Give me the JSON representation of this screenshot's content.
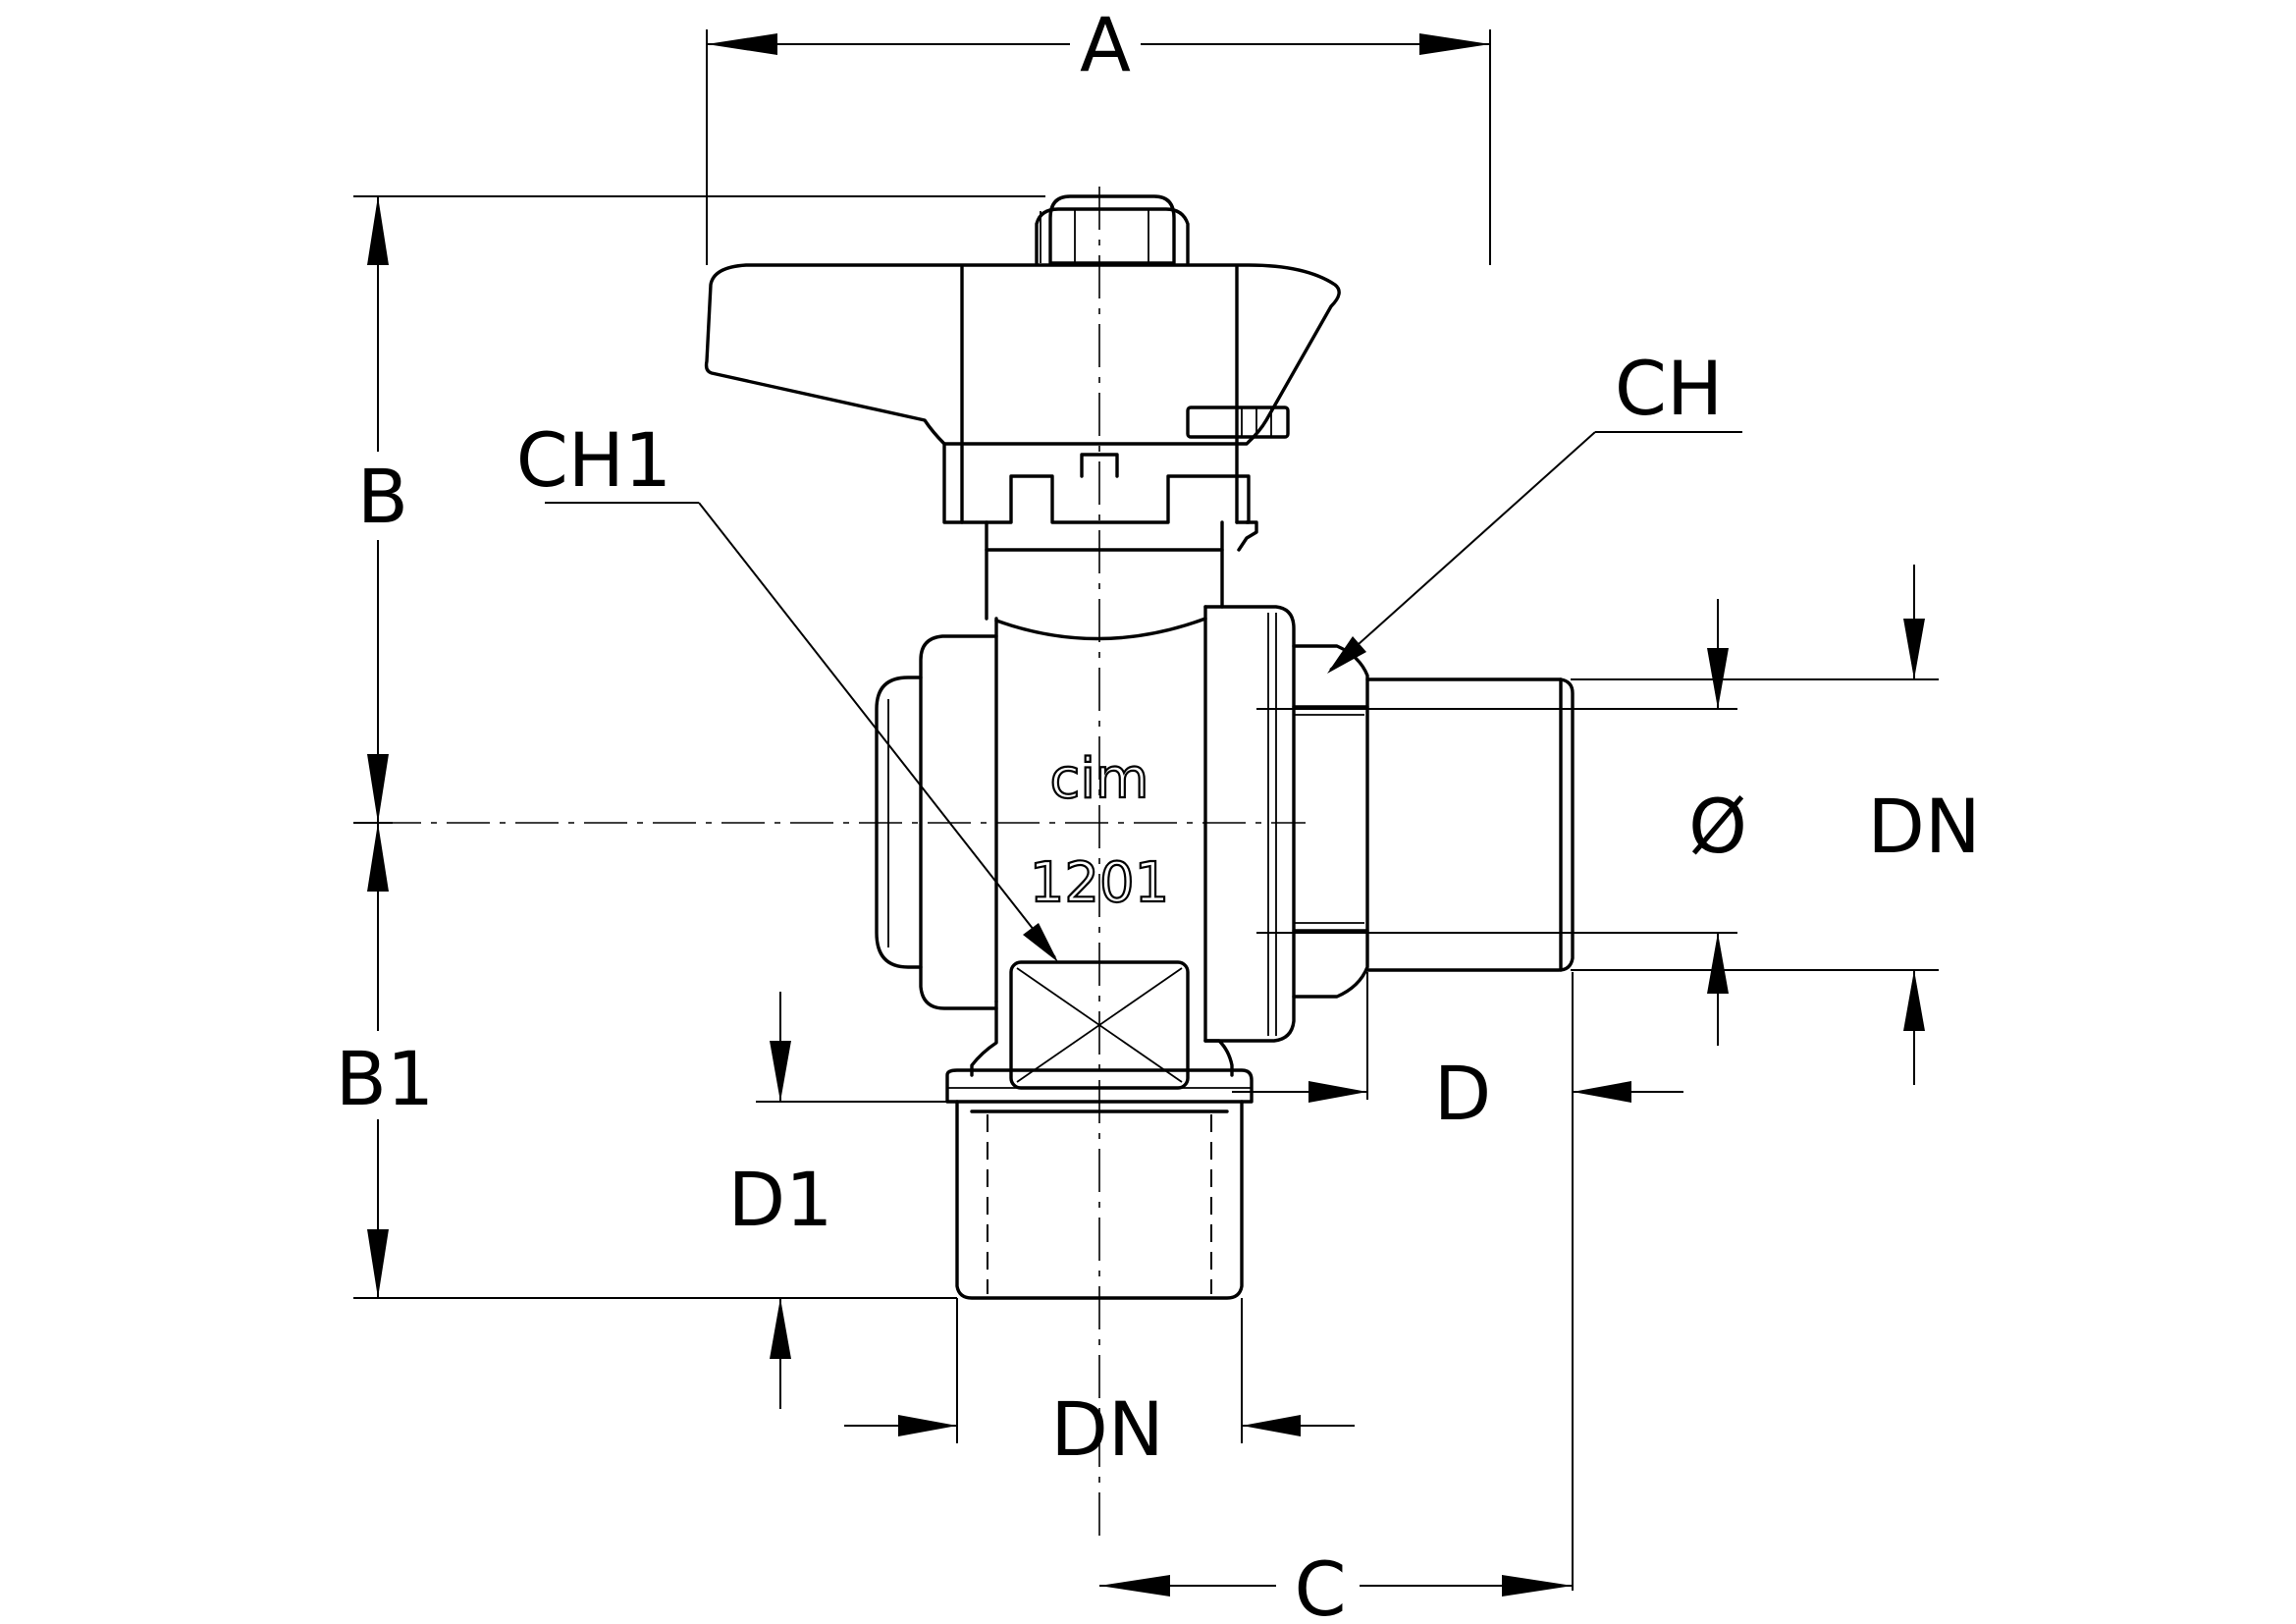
{
  "labels": {
    "A": "A",
    "B": "B",
    "B1": "B1",
    "C": "C",
    "CH": "CH",
    "CH1": "CH1",
    "D": "D",
    "D1": "D1",
    "DN_side": "DN",
    "DN_bottom": "DN",
    "diameter": "Ø"
  },
  "body_markings": {
    "brand": "cim",
    "model": "1201"
  }
}
